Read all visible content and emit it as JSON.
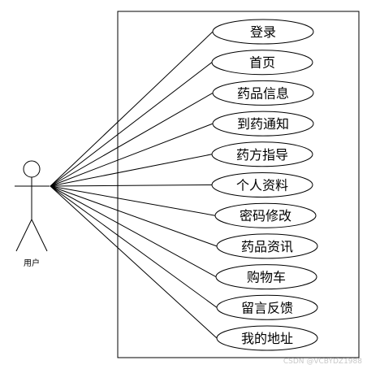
{
  "actor": {
    "label": "用户"
  },
  "use_cases": [
    "登录",
    "首页",
    "药品信息",
    "到药通知",
    "药方指导",
    "个人资料",
    "密码修改",
    "药品资讯",
    "购物车",
    "留言反馈",
    "我的地址"
  ],
  "watermark": "CSDN @VCBYDZ1988",
  "colors": {
    "stroke": "#000000",
    "background": "#ffffff",
    "watermark": "#c8c8c8"
  }
}
